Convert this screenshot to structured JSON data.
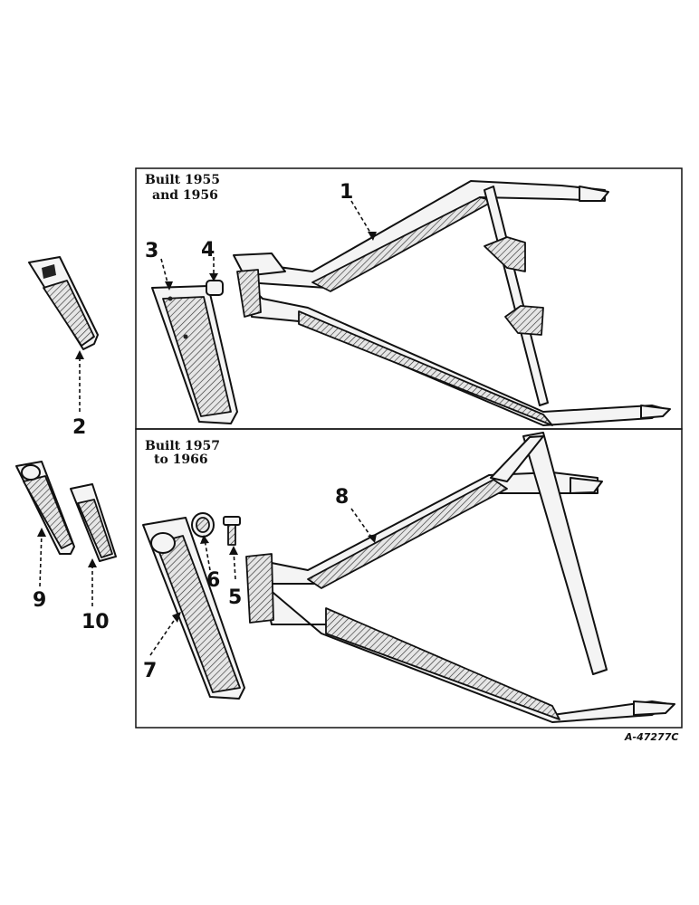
{
  "panels": {
    "top": {
      "title_line1": "Built 1955",
      "title_line2": "and 1956"
    },
    "bottom": {
      "title_line1": "Built 1957",
      "title_line2": "to 1966"
    }
  },
  "callouts": {
    "c1": "1",
    "c2": "2",
    "c3": "3",
    "c4": "4",
    "c5": "5",
    "c6": "6",
    "c7": "7",
    "c8": "8",
    "c9": "9",
    "c10": "10"
  },
  "figure_id": "A-47277C"
}
